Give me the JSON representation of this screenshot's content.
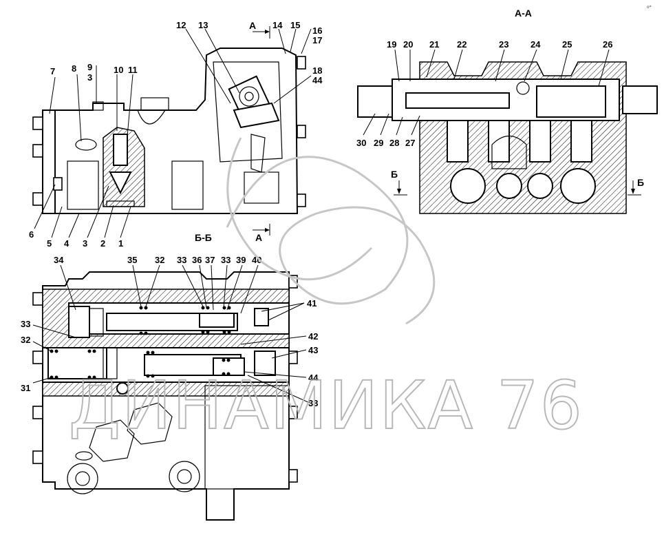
{
  "watermark": "ДИНАМИКА 76",
  "corner_mark": "o*",
  "section_aa": {
    "title": "А-А",
    "cut_mark": "Б"
  },
  "section_bb": {
    "title": "Б-Б"
  },
  "front_view": {
    "cut_mark": "А"
  },
  "callouts": {
    "c1": "1",
    "c2": "2",
    "c3": "3",
    "c3b": "3",
    "c4": "4",
    "c5": "5",
    "c6": "6",
    "c7": "7",
    "c8": "8",
    "c9": "9",
    "c10": "10",
    "c11": "11",
    "c12": "12",
    "c13": "13",
    "c14": "14",
    "c15": "15",
    "c16": "16",
    "c17": "17",
    "c18": "18",
    "c44a": "44",
    "c19": "19",
    "c20": "20",
    "c21": "21",
    "c22": "22",
    "c23": "23",
    "c24": "24",
    "c25": "25",
    "c26": "26",
    "c27": "27",
    "c28": "28",
    "c29": "29",
    "c30": "30",
    "c31": "31",
    "c32a": "32",
    "c32b": "32",
    "c33a": "33",
    "c33b": "33",
    "c33c": "33",
    "c33d": "33",
    "c34": "34",
    "c35": "35",
    "c36": "36",
    "c37": "37",
    "c39": "39",
    "c40": "40",
    "c41": "41",
    "c42": "42",
    "c43": "43",
    "c44b": "44"
  }
}
